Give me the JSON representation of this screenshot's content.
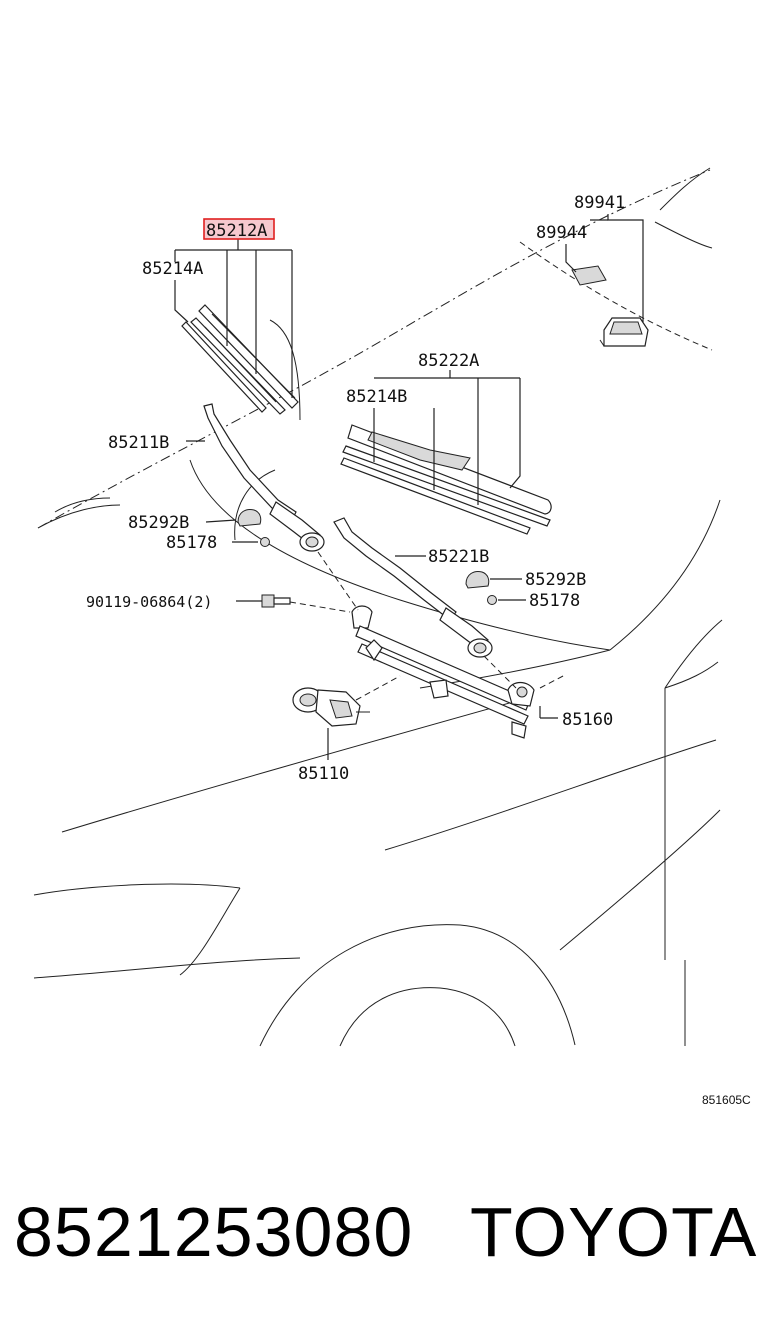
{
  "diagram": {
    "labels": {
      "p85212A": "85212A",
      "p85214A": "85214A",
      "p89941": "89941",
      "p89944": "89944",
      "p85222A": "85222A",
      "p85214B": "85214B",
      "p85211B": "85211B",
      "p85292B_left": "85292B",
      "p85178_left": "85178",
      "p85221B": "85221B",
      "p85292B_right": "85292B",
      "p85178_right": "85178",
      "p90119": "90119-06864(2)",
      "p85160": "85160",
      "p85110": "85110"
    },
    "figure_code": "851605C",
    "highlight_color": "#e02020"
  },
  "caption": {
    "part_number": "8521253080",
    "brand": "TOYOTA"
  }
}
